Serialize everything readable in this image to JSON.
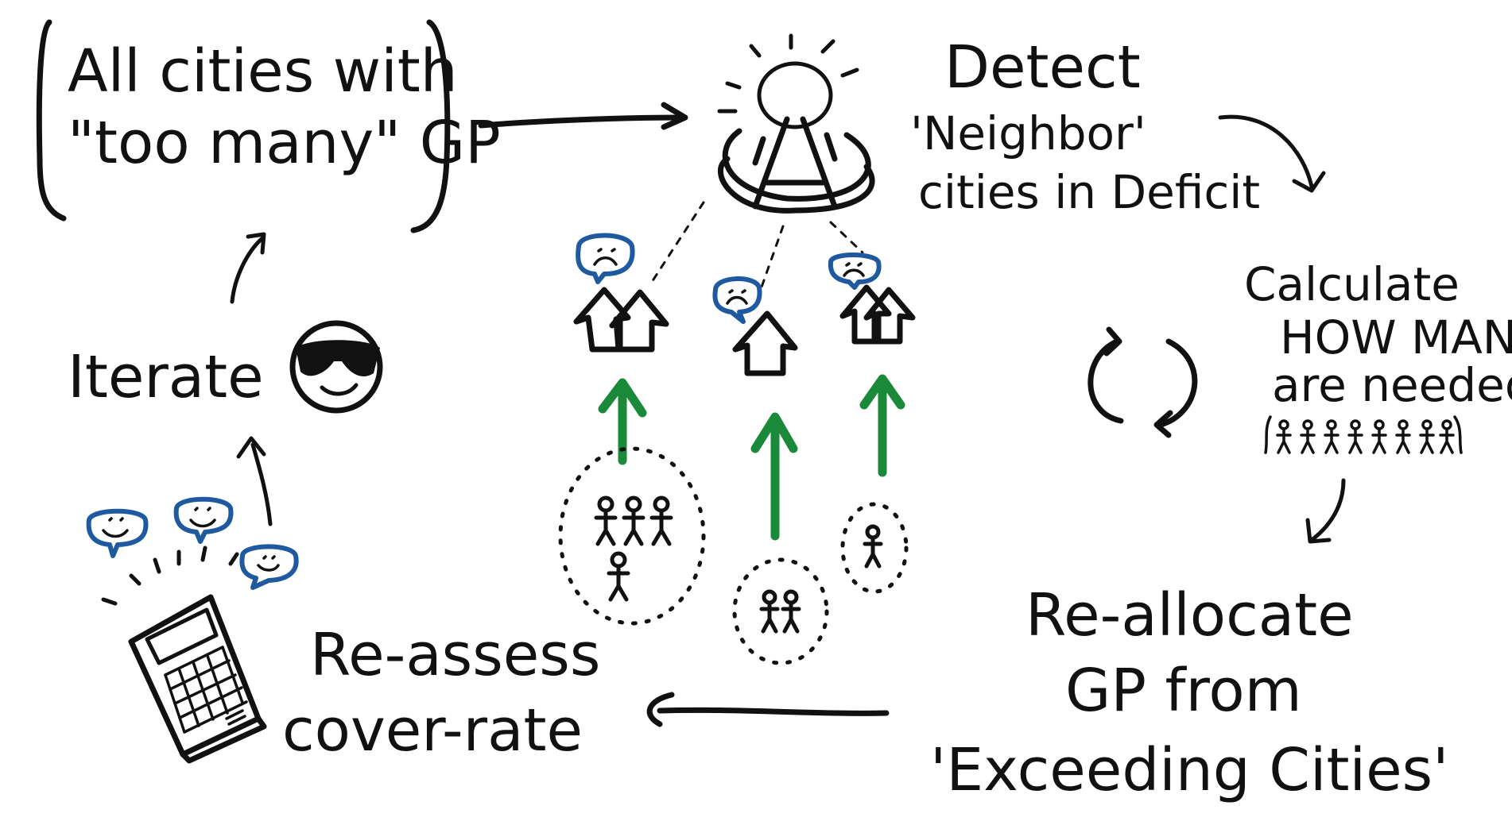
{
  "labels": {
    "all_cities_line1": "All cities with",
    "all_cities_line2": "\"too many\" GP",
    "detect_line1": "Detect",
    "detect_line2": "'Neighbor'",
    "detect_line3": "cities in Deficit",
    "calculate_line1": "Calculate",
    "calculate_line2": "HOW MANY",
    "calculate_line3": "are needed",
    "reallocate_line1": "Re-allocate",
    "reallocate_line2": "GP from",
    "reallocate_line3": "'Exceeding Cities'",
    "reassess_line1": "Re-assess",
    "reassess_line2": "cover-rate",
    "iterate": "Iterate"
  },
  "colors": {
    "ink": "#111111",
    "speech_bubble": "#1f5aa0",
    "growth_arrow": "#1a8a3a"
  },
  "icons": [
    "radar-eye-icon",
    "house-icon",
    "sad-face-bubble-icon",
    "happy-face-bubble-icon",
    "people-group-icon",
    "cool-face-sunglasses-icon",
    "calculator-icon",
    "cycle-arrows-icon"
  ]
}
